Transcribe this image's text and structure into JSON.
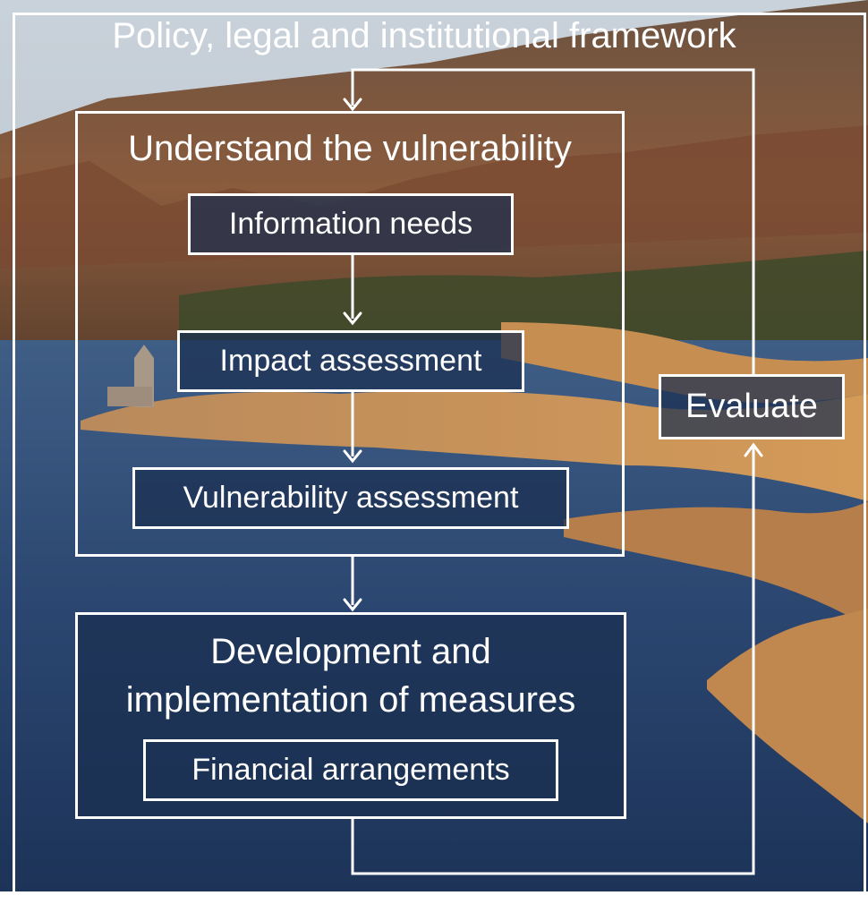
{
  "frame": {
    "title": "Policy, legal and institutional framework"
  },
  "understand": {
    "title": "Understand the vulnerability",
    "steps": [
      "Information needs",
      "Impact assessment",
      "Vulnerability assessment"
    ]
  },
  "development": {
    "title_line1": "Development and",
    "title_line2": "implementation of measures",
    "sub": "Financial arrangements"
  },
  "evaluate": {
    "label": "Evaluate"
  },
  "colors": {
    "line": "#ffffff",
    "text": "#ffffff",
    "box_fill": "#1b2f51",
    "water": "#2c4a72",
    "cliff": "#8a5a3a",
    "shore": "#c8945a"
  }
}
